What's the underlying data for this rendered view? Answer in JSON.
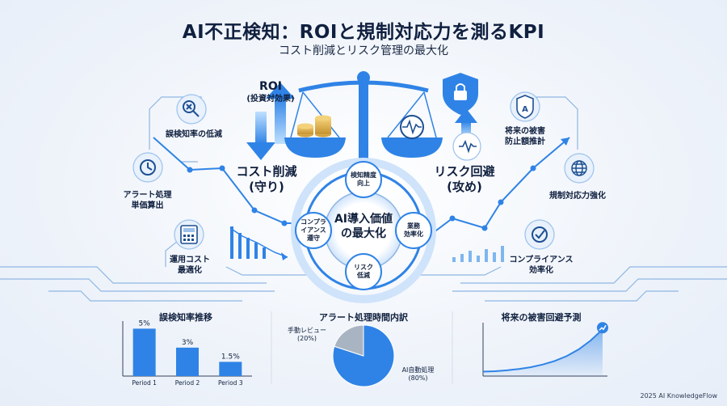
{
  "header": {
    "title": "AI不正検知：ROIと規制対応力を測るKPI",
    "subtitle": "コスト削減とリスク管理の最大化"
  },
  "left": {
    "roi_label": "ROI",
    "roi_sub": "(投資対効果)",
    "cost_label_1": "コスト削減",
    "cost_label_2": "(守り)",
    "items": [
      {
        "line1": "誤検知率の低減",
        "line2": "",
        "icon": "magnifier-x-icon"
      },
      {
        "line1": "アラート処理",
        "line2": "単価算出",
        "icon": "clock-icon"
      },
      {
        "line1": "運用コスト",
        "line2": "最適化",
        "icon": "calculator-icon"
      }
    ]
  },
  "right": {
    "risk_label_1": "リスク回避",
    "risk_label_2": "(攻め)",
    "items": [
      {
        "line1": "将来の被害",
        "line2": "防止額推計",
        "icon": "shield-a-icon"
      },
      {
        "line1": "規制対応力強化",
        "line2": "",
        "icon": "globe-icon"
      },
      {
        "line1": "コンプライアンス",
        "line2": "効率化",
        "icon": "check-icon"
      }
    ]
  },
  "hub": {
    "center_1": "AI導入価値",
    "center_2": "の最大化",
    "top_1": "検知精度",
    "top_2": "向上",
    "right_1": "業務",
    "right_2": "効率化",
    "bottom_1": "リスク",
    "bottom_2": "低減",
    "left_1": "コンプラ",
    "left_2": "イアンス",
    "left_3": "遵守"
  },
  "chart_data": [
    {
      "type": "bar",
      "title": "誤検知率推移",
      "categories": [
        "Period 1",
        "Period 2",
        "Period 3"
      ],
      "values": [
        5,
        3,
        1.5
      ],
      "value_labels": [
        "5%",
        "3%",
        "1.5%"
      ],
      "ylim": [
        0,
        5.8
      ],
      "color": "#2f83e6"
    },
    {
      "type": "pie",
      "title": "アラート処理時間内訳",
      "slices": [
        {
          "label_1": "AI自動処理",
          "label_2": "(80%)",
          "value": 80,
          "color": "#2f83e6"
        },
        {
          "label_1": "手動レビュー",
          "label_2": "(20%)",
          "value": 20,
          "color": "#a9b4c2"
        }
      ]
    },
    {
      "type": "area",
      "title": "将来の被害回避予測",
      "x": [
        0,
        1,
        2,
        3,
        4,
        5,
        6,
        7,
        8,
        9,
        10
      ],
      "values": [
        1,
        1.1,
        1.3,
        1.6,
        2.0,
        2.6,
        3.4,
        4.5,
        6.0,
        8.0,
        10.5
      ],
      "ylim": [
        0,
        12
      ],
      "color": "#2f83e6"
    }
  ],
  "footer": {
    "text": "2025 AI KnowledgeFlow"
  }
}
